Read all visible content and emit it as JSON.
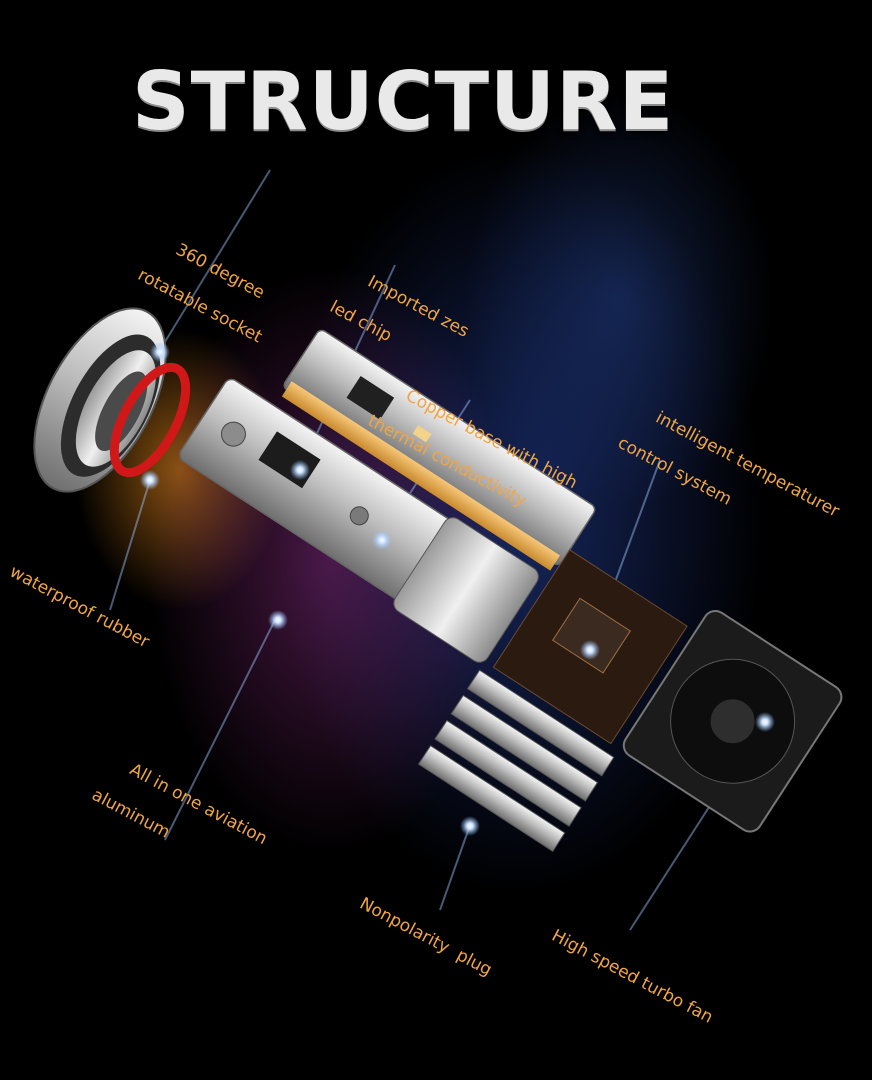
{
  "title": "STRUCTURE",
  "labels": {
    "socket": {
      "line1": "360 degree",
      "line2": "rotatable socket"
    },
    "chip": {
      "line1": "Imported zes",
      "line2": "led chip"
    },
    "copper": {
      "line1": "Copper base with high",
      "line2": "thermal conductivity"
    },
    "temp": {
      "line1": "intelligent temperaturer",
      "line2": "control system"
    },
    "rubber": {
      "line1": "waterproof rubber"
    },
    "aluminum": {
      "line1": "All in one aviation",
      "line2": "aluminum"
    },
    "plug": {
      "line1": "Nonpolarity  plug"
    },
    "fan": {
      "line1": "High speed turbo fan"
    }
  },
  "colors": {
    "label_text": "#f2a544",
    "title_text": "#e9e9e9",
    "background": "#000000",
    "pointer_glow": "#9fc8ff"
  }
}
